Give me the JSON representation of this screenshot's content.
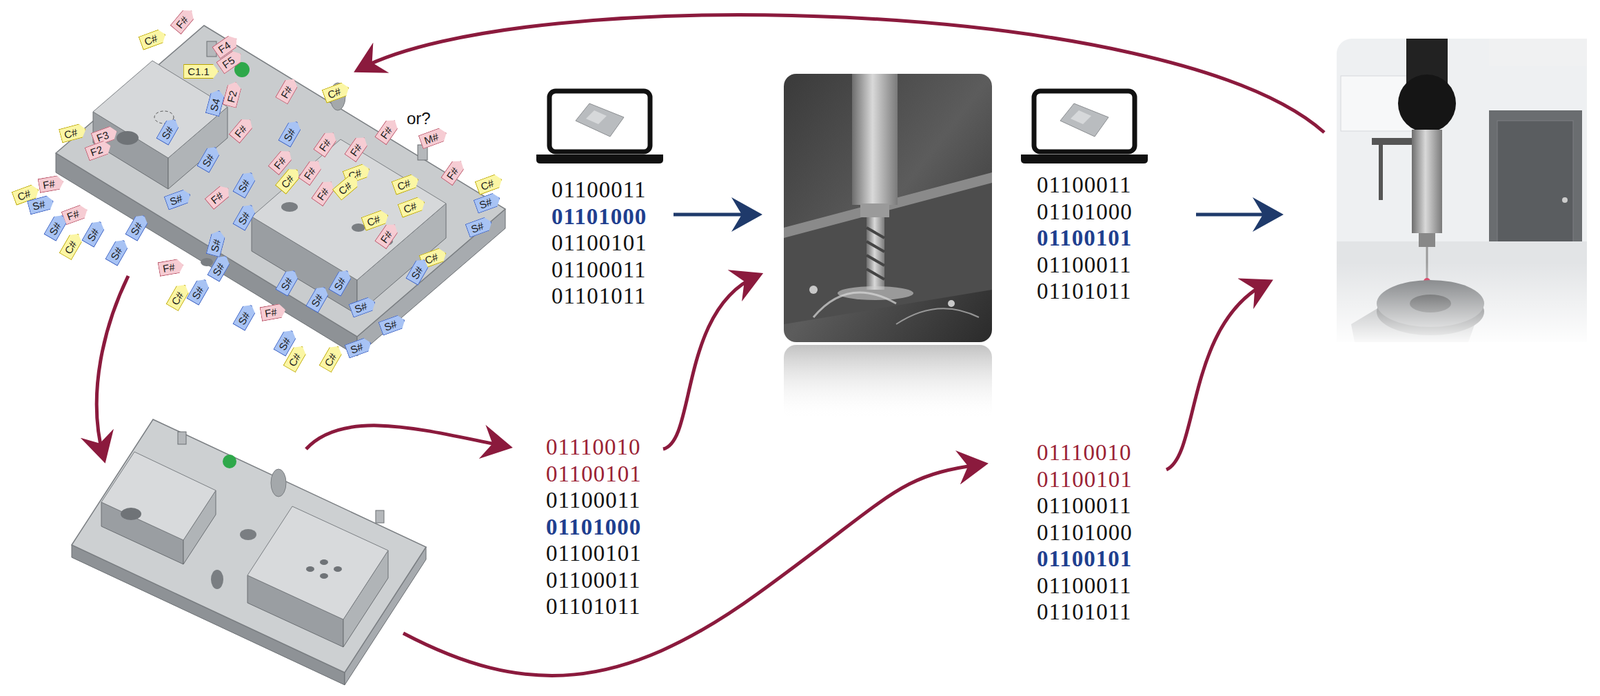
{
  "diagram": {
    "nodes": [
      {
        "text": [
          "F#"
        ]
      },
      {
        "text": [
          "C#"
        ]
      },
      {
        "text": [
          "F4"
        ]
      },
      {
        "text": [
          "F5"
        ]
      },
      {
        "text": [
          "C1.1"
        ]
      },
      {
        "text": [
          "S4"
        ]
      },
      {
        "text": [
          "F2"
        ]
      },
      {
        "text": [
          "F#"
        ]
      },
      {
        "text": [
          "C#"
        ]
      },
      {
        "text": [
          "M#"
        ]
      },
      {
        "text": [
          "C#"
        ]
      },
      {
        "text": [
          "F3"
        ]
      },
      {
        "text": [
          "F2"
        ]
      },
      {
        "text": [
          "S#"
        ]
      },
      {
        "text": [
          "F#"
        ]
      },
      {
        "text": [
          "S#"
        ]
      },
      {
        "text": [
          "F#"
        ]
      },
      {
        "text": [
          "F#"
        ]
      },
      {
        "text": [
          "F#"
        ]
      },
      {
        "text": [
          "S#"
        ]
      },
      {
        "text": [
          "F#"
        ]
      },
      {
        "text": [
          "C#"
        ]
      },
      {
        "text": [
          "C#"
        ]
      },
      {
        "text": [
          "F#"
        ]
      },
      {
        "text": [
          "C#"
        ]
      },
      {
        "text": [
          "S#"
        ]
      },
      {
        "text": [
          "F#"
        ]
      },
      {
        "text": [
          "S#"
        ]
      },
      {
        "text": [
          "C#"
        ]
      },
      {
        "text": [
          "F#"
        ]
      },
      {
        "text": [
          "F#"
        ]
      },
      {
        "text": [
          "C#"
        ]
      },
      {
        "text": [
          "C#"
        ]
      },
      {
        "text": [
          "S#"
        ]
      },
      {
        "text": [
          "C#"
        ]
      },
      {
        "text": [
          "F#"
        ]
      },
      {
        "text": [
          "S#"
        ]
      },
      {
        "text": [
          "F#"
        ]
      },
      {
        "text": [
          "S#"
        ]
      },
      {
        "text": [
          "S#"
        ]
      },
      {
        "text": [
          "C#"
        ]
      },
      {
        "text": [
          "S#"
        ]
      },
      {
        "text": [
          "S#"
        ]
      },
      {
        "text": [
          "S#"
        ]
      },
      {
        "text": [
          "S#"
        ]
      },
      {
        "text": [
          "C#"
        ]
      },
      {
        "text": [
          "F#"
        ]
      },
      {
        "text": [
          "S#"
        ]
      },
      {
        "text": [
          "C#"
        ]
      },
      {
        "text": [
          "S#"
        ]
      },
      {
        "text": [
          "F#"
        ]
      },
      {
        "text": [
          "C#"
        ]
      },
      {
        "text": [
          "S#"
        ]
      },
      {
        "text": [
          "S#"
        ]
      },
      {
        "text": [
          "S#"
        ]
      },
      {
        "text": [
          "F#"
        ]
      },
      {
        "text": [
          "S#"
        ]
      },
      {
        "text": [
          "S#"
        ]
      },
      {
        "text": [
          "S#"
        ]
      },
      {
        "text": [
          "S#"
        ]
      },
      {
        "text": [
          "C#"
        ]
      },
      {
        "text": [
          "C#"
        ]
      },
      {
        "text": [
          "S#"
        ]
      },
      {
        "text": [
          "S#"
        ]
      },
      {
        "text": [
          "S#"
        ]
      },
      {
        "text": [
          "01100011",
          "01101000",
          "01100101",
          "01100011",
          "01101011"
        ]
      },
      {
        "text": [
          "01100011",
          "01101000",
          "01100101",
          "01100011",
          "01101011"
        ]
      },
      {
        "text": [
          "01110010",
          "01100101",
          "01100011",
          "01101000",
          "01100101",
          "01100011",
          "01101011"
        ]
      },
      {
        "text": [
          "01110010",
          "01100101",
          "01100011",
          "01101000",
          "01100101",
          "01100011",
          "01101011"
        ]
      }
    ],
    "labels": [
      "or?"
    ]
  }
}
